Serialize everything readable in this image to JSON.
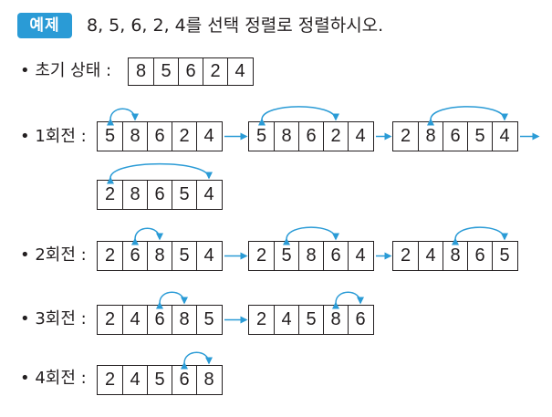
{
  "header": {
    "badge": "예제",
    "title": "8, 5, 6, 2, 4를 선택 정렬로 정렬하시오."
  },
  "colors": {
    "accent": "#2a9bd6",
    "text": "#231f20"
  },
  "rows": [
    {
      "label": "• 초기 상태 :"
    },
    {
      "label": "• 1회전 :"
    },
    {
      "label": "• 2회전 :"
    },
    {
      "label": "• 3회전 :"
    },
    {
      "label": "• 4회전 :"
    }
  ],
  "arrays": [
    {
      "values": [
        "8",
        "5",
        "6",
        "2",
        "4"
      ]
    },
    {
      "values": [
        "5",
        "8",
        "6",
        "2",
        "4"
      ],
      "swap": [
        0,
        1
      ]
    },
    {
      "values": [
        "5",
        "8",
        "6",
        "2",
        "4"
      ],
      "swap": [
        0,
        3
      ]
    },
    {
      "values": [
        "2",
        "8",
        "6",
        "5",
        "4"
      ],
      "swap": [
        1,
        4
      ]
    },
    {
      "values": [
        "2",
        "8",
        "6",
        "5",
        "4"
      ],
      "swap": [
        0,
        4
      ]
    },
    {
      "values": [
        "2",
        "6",
        "8",
        "5",
        "4"
      ],
      "swap": [
        1,
        2
      ]
    },
    {
      "values": [
        "2",
        "5",
        "8",
        "6",
        "4"
      ],
      "swap": [
        1,
        3
      ]
    },
    {
      "values": [
        "2",
        "4",
        "8",
        "6",
        "5"
      ],
      "swap": [
        2,
        4
      ]
    },
    {
      "values": [
        "2",
        "4",
        "6",
        "8",
        "5"
      ],
      "swap": [
        2,
        3
      ]
    },
    {
      "values": [
        "2",
        "4",
        "5",
        "8",
        "6"
      ],
      "swap": [
        3,
        4
      ]
    },
    {
      "values": [
        "2",
        "4",
        "5",
        "6",
        "8"
      ],
      "swap": [
        3,
        4
      ]
    }
  ]
}
